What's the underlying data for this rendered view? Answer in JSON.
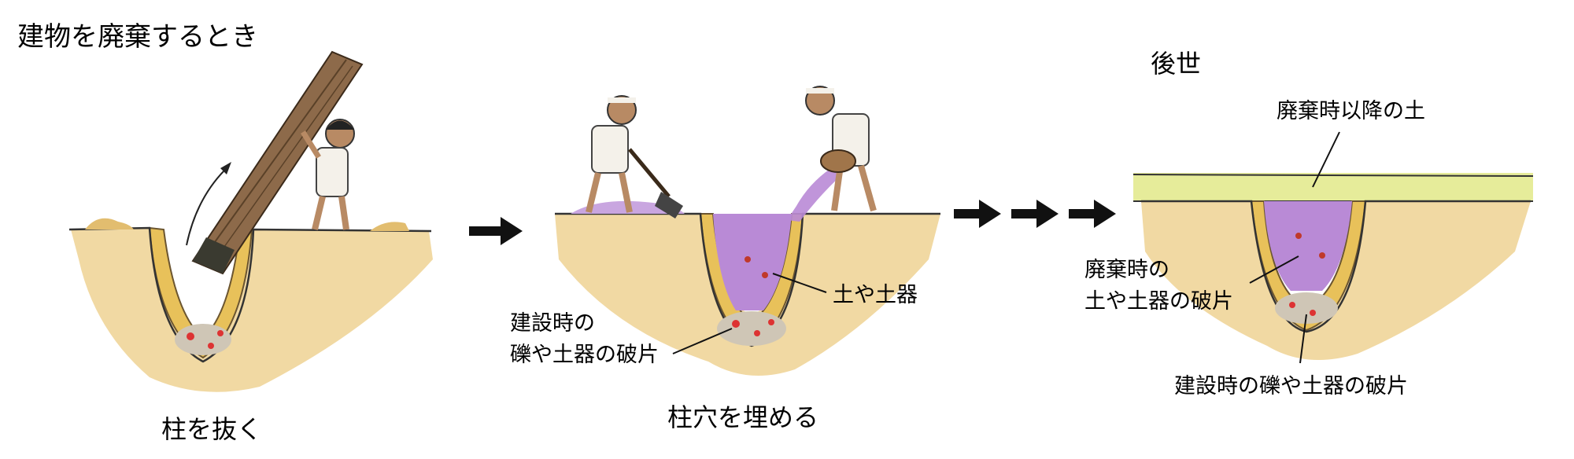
{
  "title": "建物を廃棄するとき",
  "later_title": "後世",
  "panels": [
    {
      "caption": "柱を抜く"
    },
    {
      "caption": "柱穴を埋める",
      "labels": {
        "fill": "土や土器",
        "construction_line1": "建設時の",
        "construction_line2": "礫や土器の破片"
      }
    },
    {
      "labels": {
        "topsoil": "廃棄時以降の土",
        "abandon_line1": "廃棄時の",
        "abandon_line2": "土や土器の破片",
        "construction": "建設時の礫や土器の破片"
      }
    }
  ],
  "colors": {
    "soil": "#f1d9a3",
    "soil_dark": "#e2bd6f",
    "pit_wall": "#e8c15a",
    "fill_purple": "#b98ad6",
    "topsoil_green": "#e6ec9a",
    "pillar": "#8d6a4a",
    "arrow": "#111111"
  }
}
